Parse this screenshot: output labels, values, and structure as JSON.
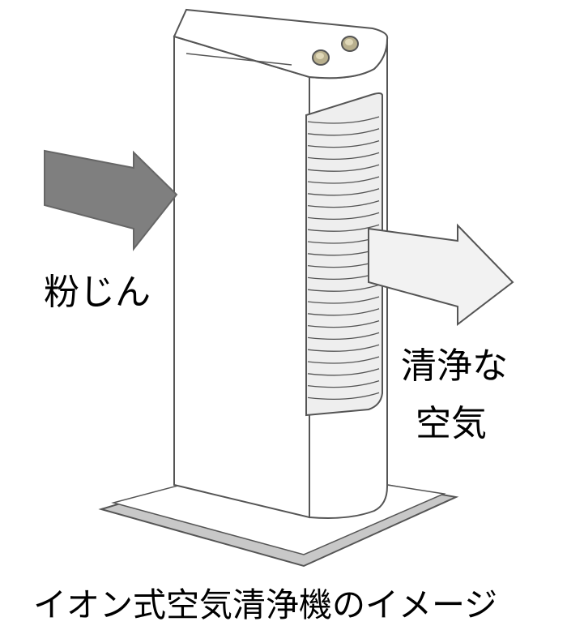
{
  "labels": {
    "dust": "粉じん",
    "clean_air_line1": "清浄な",
    "clean_air_line2": "空気",
    "caption": "イオン式空気清浄機のイメージ"
  },
  "colors": {
    "outline": "#555555",
    "body_fill": "#ffffff",
    "base_shadow": "#c8c8c8",
    "dust_arrow": "#7f7f7f",
    "clean_arrow": "#f2f2f2",
    "text": "#000000"
  }
}
